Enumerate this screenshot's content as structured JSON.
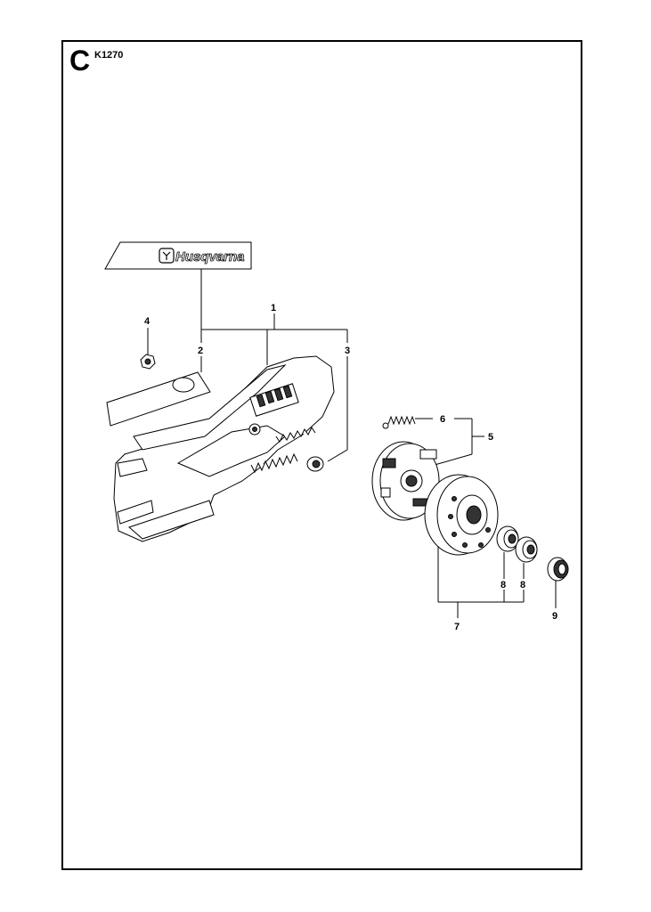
{
  "page": {
    "section_letter": "C",
    "model_code": "K1270"
  },
  "decal": {
    "brand_text": "Husqvarna"
  },
  "callouts": {
    "p1": "1",
    "p2": "2",
    "p3": "3",
    "p4": "4",
    "p5": "5",
    "p6": "6",
    "p7": "7",
    "p8a": "8",
    "p8b": "8",
    "p9": "9"
  }
}
